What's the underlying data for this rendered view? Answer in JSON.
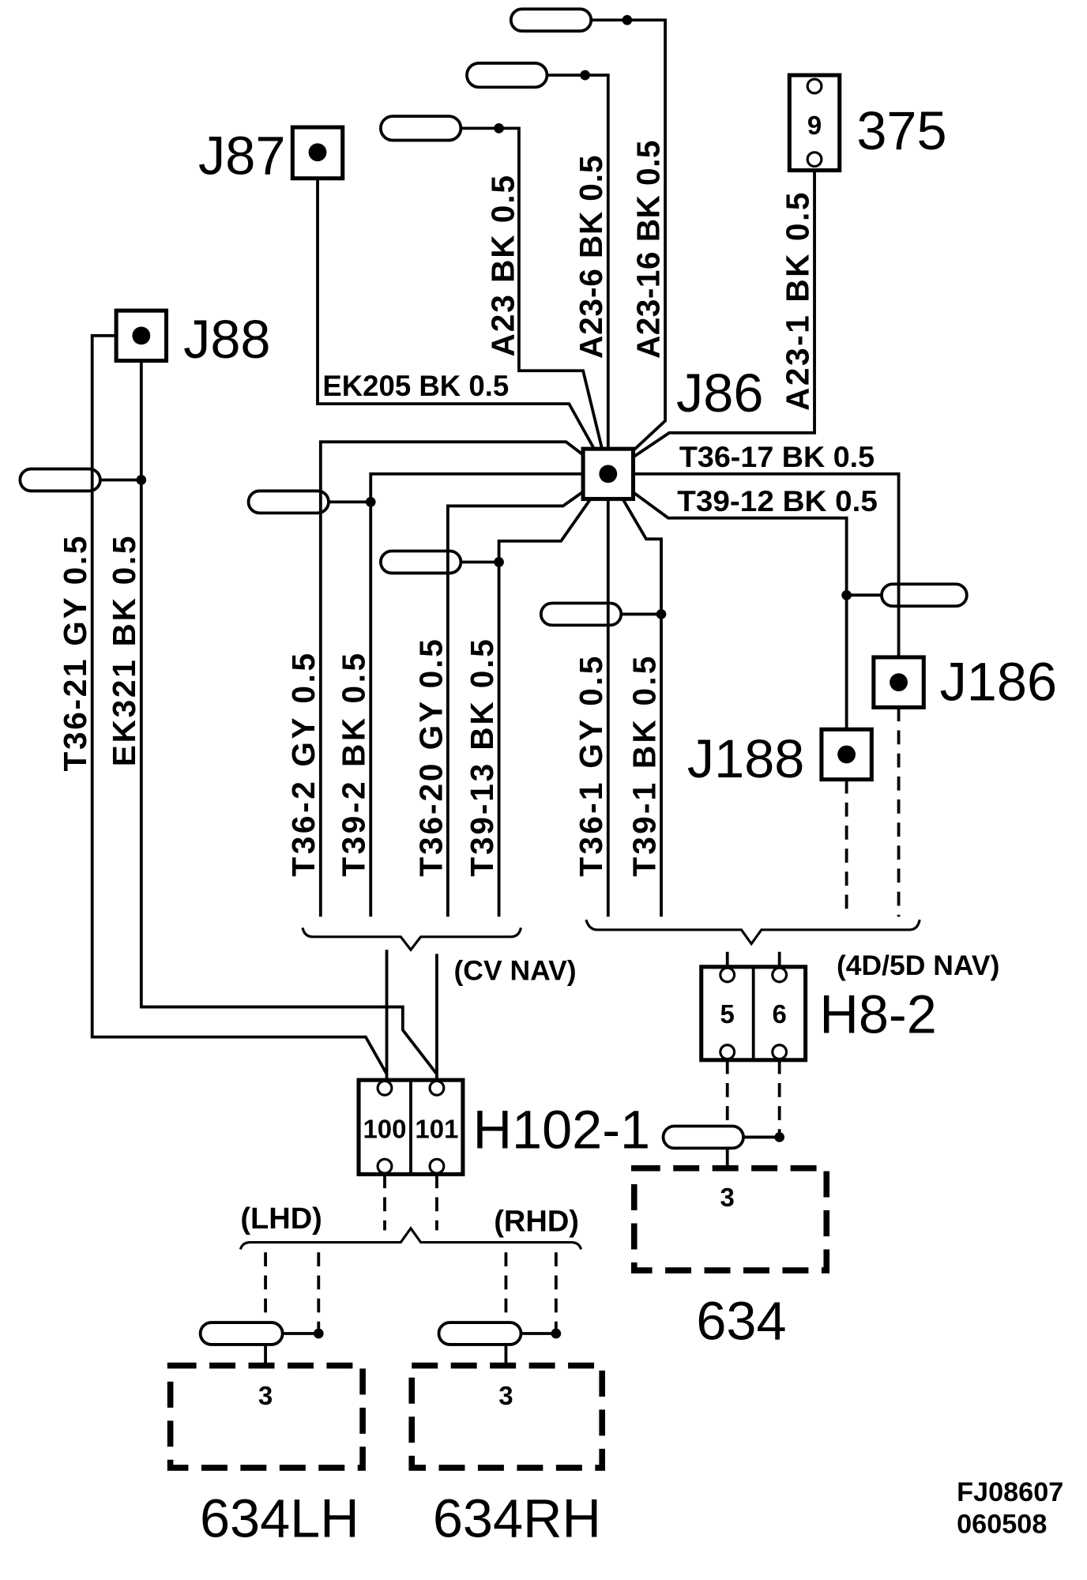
{
  "connectors": {
    "j87": {
      "label": "J87"
    },
    "j88": {
      "label": "J88"
    },
    "j86": {
      "label": "J86"
    },
    "j186": {
      "label": "J186"
    },
    "j188": {
      "label": "J188"
    },
    "c375": {
      "label": "375",
      "pin": "9"
    },
    "h8_2": {
      "label": "H8-2",
      "pins": [
        "5",
        "6"
      ]
    },
    "h102_1": {
      "label": "H102-1",
      "pins": [
        "100",
        "101"
      ]
    },
    "c634": {
      "label": "634",
      "pin": "3"
    },
    "c634lh": {
      "label": "634LH",
      "pin": "3"
    },
    "c634rh": {
      "label": "634RH",
      "pin": "3"
    }
  },
  "wires": {
    "a23": "A23 BK 0.5",
    "a23_6": "A23-6 BK 0.5",
    "a23_16": "A23-16 BK 0.5",
    "a23_1": "A23-1 BK 0.5",
    "ek205": "EK205 BK 0.5",
    "t36_17": "T36-17 BK 0.5",
    "t39_12": "T39-12 BK 0.5",
    "t36_21": "T36-21 GY 0.5",
    "ek321": "EK321 BK 0.5",
    "t36_2": "T36-2 GY 0.5",
    "t39_2": "T39-2 BK 0.5",
    "t36_20": "T36-20 GY 0.5",
    "t39_13": "T39-13 BK 0.5",
    "t36_1": "T36-1 GY 0.5",
    "t39_1": "T39-1 BK 0.5"
  },
  "groups": {
    "cv_nav": "(CV NAV)",
    "nav_4d5d": "(4D/5D NAV)",
    "lhd": "(LHD)",
    "rhd": "(RHD)"
  },
  "footer_lines": [
    "FJ08607",
    "060508"
  ]
}
